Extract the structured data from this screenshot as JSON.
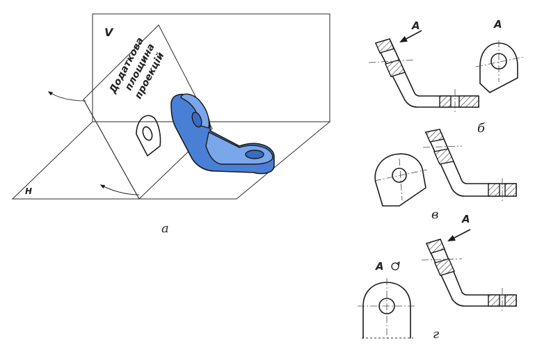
{
  "figure": {
    "plane_v_label": "V",
    "plane_h_label": "H",
    "aux_plane_text": [
      "Додаткова",
      "площина",
      "проекцій"
    ],
    "caption_a": "а",
    "caption_b": "б",
    "caption_v": "в",
    "caption_g": "г",
    "view_label_b": "A",
    "arrow_label_b": "A",
    "arrow_label_g": "A",
    "view_label_g": "A",
    "part_color": "#4a7fd6"
  }
}
